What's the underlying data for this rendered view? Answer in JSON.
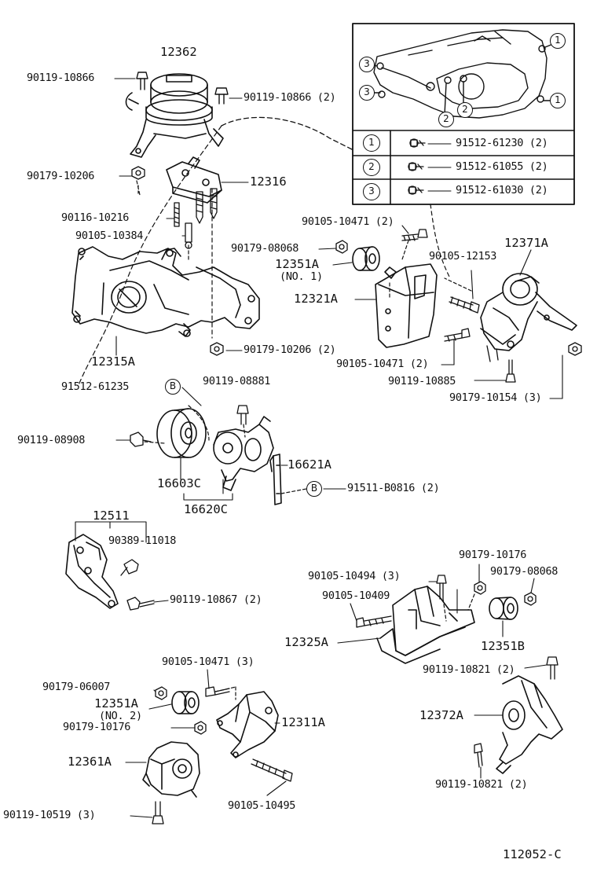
{
  "parts": {
    "p12362": "12362",
    "p90119_10866_a": "90119-10866",
    "p90119_10866_b": "90119-10866 (2)",
    "p90179_10206_a": "90179-10206",
    "p12316": "12316",
    "p90116_10216": "90116-10216",
    "p90105_10384": "90105-10384",
    "p12315A": "12315A",
    "p90179_10206_b": "90179-10206 (2)",
    "p90105_10471_a": "90105-10471 (2)",
    "p90179_08068_a": "90179-08068",
    "p12351A_1": "12351A",
    "p12351A_1_sub": "(NO. 1)",
    "p90105_12153": "90105-12153",
    "p12371A": "12371A",
    "p12321A": "12321A",
    "p90105_10471_b": "90105-10471 (2)",
    "p90119_10885": "90119-10885",
    "p90179_10154": "90179-10154 (3)",
    "p91512_61235": "91512-61235",
    "p90119_08881": "90119-08881",
    "p90119_08908": "90119-08908",
    "p16621A": "16621A",
    "p91511_B0816": "91511-B0816 (2)",
    "p16603C": "16603C",
    "p16620C": "16620C",
    "p12511": "12511",
    "p90389_11018": "90389-11018",
    "p90119_10867": "90119-10867 (2)",
    "p90179_10176_a": "90179-10176",
    "p90179_08068_b": "90179-08068",
    "p90105_10494": "90105-10494 (3)",
    "p90105_10409": "90105-10409",
    "p12325A": "12325A",
    "p12351B": "12351B",
    "p90119_10821_a": "90119-10821 (2)",
    "p12372A": "12372A",
    "p90119_10821_b": "90119-10821 (2)",
    "p90105_10471_c": "90105-10471 (3)",
    "p90179_06007": "90179-06007",
    "p12351A_2": "12351A",
    "p12351A_2_sub": "(NO. 2)",
    "p90179_10176_b": "90179-10176",
    "p12311A": "12311A",
    "p12361A": "12361A",
    "p90119_10519": "90119-10519 (3)",
    "p90105_10495": "90105-10495"
  },
  "callouts": {
    "b": "B"
  },
  "inset": {
    "marker_1": "1",
    "marker_2": "2",
    "marker_3": "3",
    "rows": [
      {
        "key": "1",
        "part": "91512-61230 (2)"
      },
      {
        "key": "2",
        "part": "91512-61055 (2)"
      },
      {
        "key": "3",
        "part": "91512-61030 (2)"
      }
    ]
  },
  "figure_code": "112052-C"
}
